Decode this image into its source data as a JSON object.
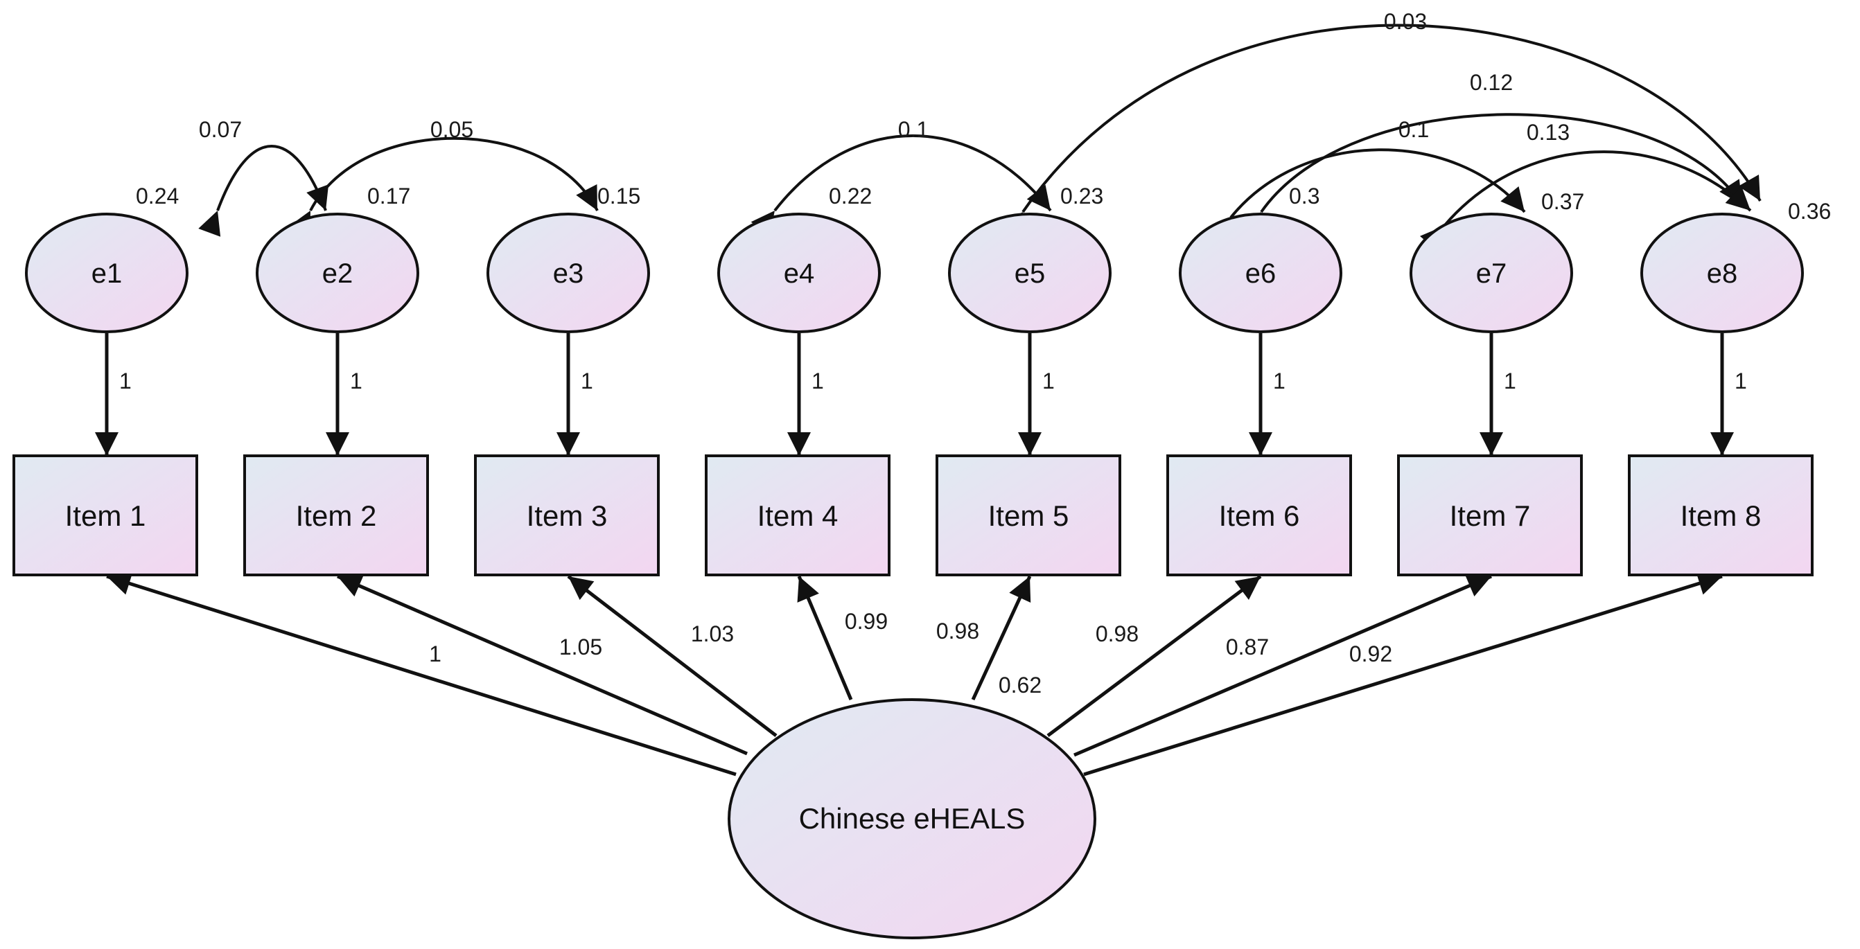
{
  "diagram": {
    "latent": {
      "label": "Chinese eHEALS"
    },
    "items": [
      {
        "error": "e1",
        "error_variance": "0.24",
        "error_path": "1",
        "item": "Item 1",
        "loading": "1"
      },
      {
        "error": "e2",
        "error_variance": "0.17",
        "error_path": "1",
        "item": "Item 2",
        "loading": "1.05"
      },
      {
        "error": "e3",
        "error_variance": "0.15",
        "error_path": "1",
        "item": "Item 3",
        "loading": "1.03"
      },
      {
        "error": "e4",
        "error_variance": "0.22",
        "error_path": "1",
        "item": "Item 4",
        "loading": "0.99"
      },
      {
        "error": "e5",
        "error_variance": "0.23",
        "error_path": "1",
        "item": "Item 5",
        "loading": "0.98"
      },
      {
        "error": "e6",
        "error_variance": "0.3",
        "error_path": "1",
        "item": "Item 6",
        "loading": "0.98"
      },
      {
        "error": "e7",
        "error_variance": "0.37",
        "error_path": "1",
        "item": "Item 7",
        "loading": "0.87"
      },
      {
        "error": "e8",
        "error_variance": "0.36",
        "error_path": "1",
        "item": "Item 8",
        "loading": "0.92"
      }
    ],
    "covariances": [
      {
        "from": "e1",
        "to": "e2",
        "value": "0.07"
      },
      {
        "from": "e2",
        "to": "e3",
        "value": "0.05"
      },
      {
        "from": "e4",
        "to": "e5",
        "value": "0.1"
      },
      {
        "from": "e5",
        "to": "e8",
        "value": "0.03"
      },
      {
        "from": "e6",
        "to": "e8",
        "value": "0.12"
      },
      {
        "from": "e6",
        "to": "e7",
        "value": "0.1"
      },
      {
        "from": "e7",
        "to": "e8",
        "value": "0.13"
      }
    ],
    "extra_label": "0.62",
    "colors": {
      "fill_start": "#e0eaf2",
      "fill_end": "#f3d6f1",
      "stroke": "#111111"
    }
  }
}
